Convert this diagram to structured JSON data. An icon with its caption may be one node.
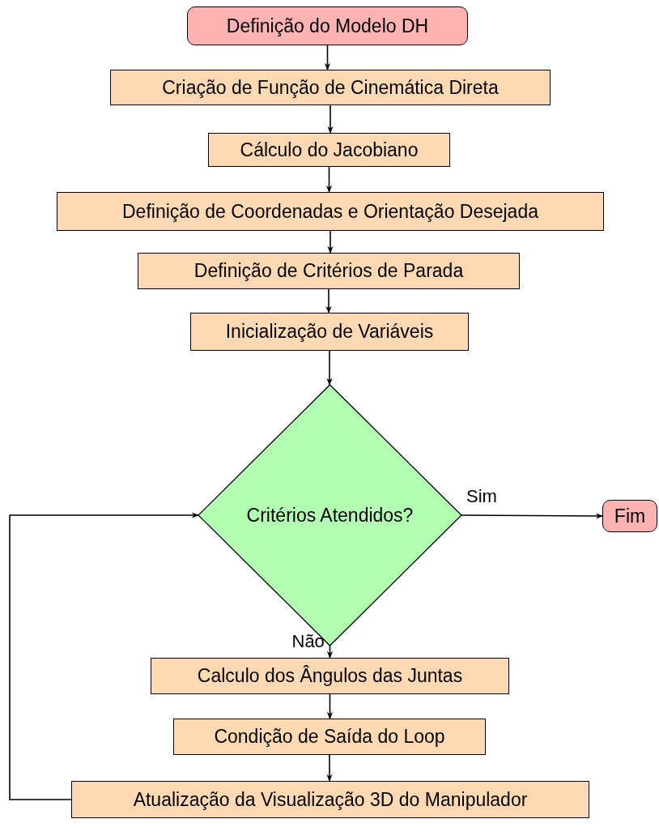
{
  "diagram": {
    "nodes": [
      {
        "text": [
          "Definição do Modelo DH"
        ]
      },
      {
        "text": [
          "Criação de Função de Cinemática Direta"
        ]
      },
      {
        "text": [
          "Cálculo do Jacobiano"
        ]
      },
      {
        "text": [
          "Definição de Coordenadas e Orientação Desejada"
        ]
      },
      {
        "text": [
          "Definição de Critérios de Parada"
        ]
      },
      {
        "text": [
          "Inicialização de Variáveis"
        ]
      },
      {
        "text": [
          "Critérios Atendidos?"
        ]
      },
      {
        "text": [
          "Fim"
        ]
      },
      {
        "text": [
          "Calculo dos Ângulos das Juntas"
        ]
      },
      {
        "text": [
          "Condição de Saída do Loop"
        ]
      },
      {
        "text": [
          "Atualização da Visualização 3D do Manipulador"
        ]
      }
    ],
    "edges": [
      {
        "from": 0,
        "to": 1,
        "arrow": "to"
      },
      {
        "from": 1,
        "to": 2,
        "arrow": "to"
      },
      {
        "from": 2,
        "to": 3,
        "arrow": "to"
      },
      {
        "from": 3,
        "to": 4,
        "arrow": "to"
      },
      {
        "from": 4,
        "to": 5,
        "arrow": "to"
      },
      {
        "from": 5,
        "to": 6,
        "arrow": "to"
      },
      {
        "from": 6,
        "to": 7,
        "arrow": "to",
        "label": "Sim"
      },
      {
        "from": 6,
        "to": 8,
        "arrow": "to",
        "label": "Não"
      },
      {
        "from": 8,
        "to": 9,
        "arrow": "to"
      },
      {
        "from": 9,
        "to": 10,
        "arrow": "to"
      },
      {
        "from": 10,
        "to": 6,
        "arrow": "to"
      }
    ]
  }
}
